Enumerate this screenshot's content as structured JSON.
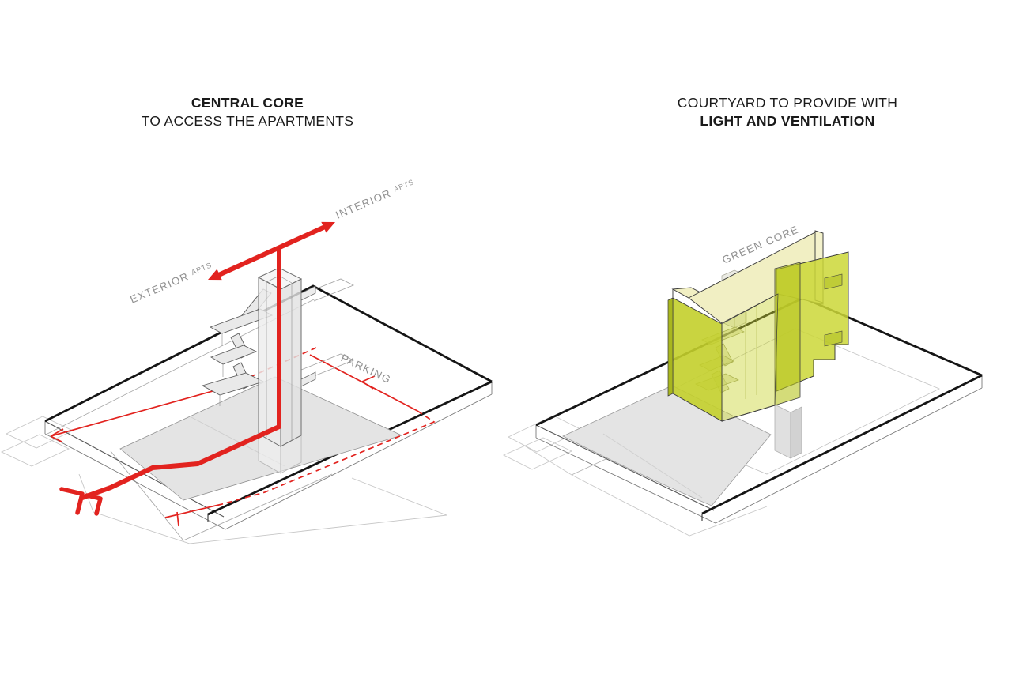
{
  "titles": {
    "left": {
      "line1": "CENTRAL CORE",
      "line2": "TO ACCESS THE APARTMENTS"
    },
    "right": {
      "line1": "COURTYARD TO PROVIDE WITH",
      "line2": "LIGHT AND VENTILATION"
    }
  },
  "diagram_labels": {
    "interior_main": "INTERIOR",
    "interior_sub": "APTS",
    "exterior_main": "EXTERIOR",
    "exterior_sub": "APTS",
    "parking": "PARKING",
    "green_core": "GREEN CORE"
  },
  "colors": {
    "circulation_red": "#e2231f",
    "core_green": "#c3cf2b",
    "core_green_light": "#cbd737",
    "pale_green": "#f1efc3",
    "slab_gray": "#e4e4e4",
    "line_black": "#151515",
    "label_gray": "#919191",
    "title_ink": "#1a1a1a"
  }
}
